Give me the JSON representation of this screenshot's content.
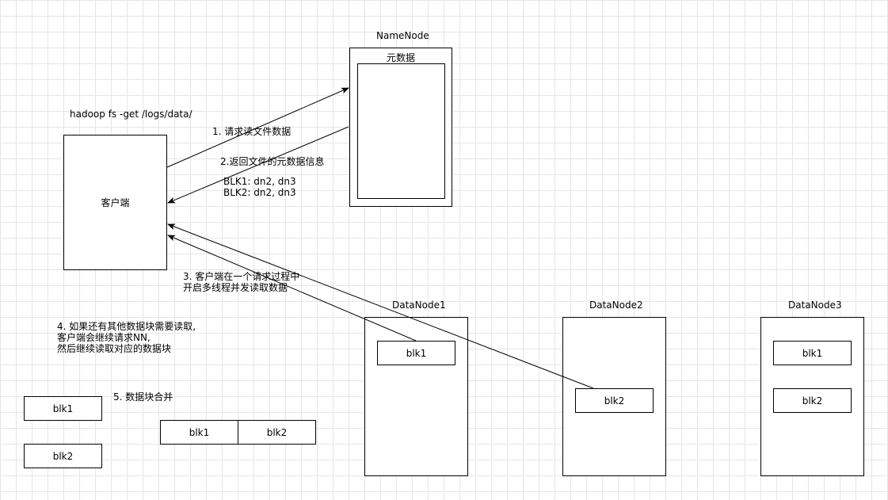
{
  "command": "hadoop fs -get /logs/data/",
  "client": {
    "label": "客户端"
  },
  "namenode": {
    "title": "NameNode",
    "metadata_label": "元数据"
  },
  "steps": {
    "step1": "1. 请求读文件数据",
    "step2": "2.返回文件的元数据信息",
    "blk1_loc": "BLK1: dn2, dn3",
    "blk2_loc": "BLK2: dn2, dn3",
    "step3_line1": "3. 客户端在一个请求过程中",
    "step3_line2": "开启多线程并发读取数据",
    "step4_line1": "4. 如果还有其他数据块需要读取,",
    "step4_line2": "客户端会继续请求NN,",
    "step4_line3": "然后继续读取对应的数据块",
    "step5": "5. 数据块合并"
  },
  "datanodes": [
    {
      "title": "DataNode1",
      "blocks": [
        "blk1"
      ]
    },
    {
      "title": "DataNode2",
      "blocks": [
        "blk2"
      ]
    },
    {
      "title": "DataNode3",
      "blocks": [
        "blk1",
        "blk2"
      ]
    }
  ],
  "local_blocks": [
    "blk1",
    "blk2"
  ],
  "merged_blocks": [
    "blk1",
    "blk2"
  ]
}
